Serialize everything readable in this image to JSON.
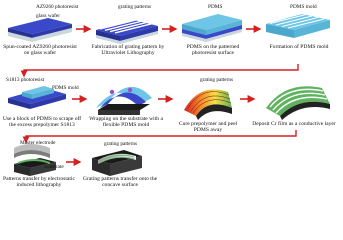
{
  "steps": [
    {
      "caption": "Spun-coated AZ9260 photoresist on glass wafer",
      "labels": [
        "AZ9260 photoresist",
        "glass wafer"
      ]
    },
    {
      "caption": "Fabrication of grating pattern by Ultraviolet Lithography",
      "labels": [
        "grating patterns"
      ]
    },
    {
      "caption": "PDMS on the patterned photoresist surface",
      "labels": [
        "PDMS"
      ]
    },
    {
      "caption": "Formation of PDMS mold",
      "labels": [
        "PDMS mold"
      ]
    },
    {
      "caption": "Use a block of PDMS to scrape off the excess prepolymer S1813",
      "labels": [
        "S1813 photoresist",
        "PDMS mold"
      ]
    },
    {
      "caption": "Wrapping on the substrate with a flexible PDMS mold",
      "labels": []
    },
    {
      "caption": "Cure prepolymer and peel PDMS away",
      "labels": [
        "grating patterns"
      ]
    },
    {
      "caption": "Deposit Cr film as a conductive layer",
      "labels": []
    },
    {
      "caption": "Patterns transfer by electrostatic induced lithography",
      "labels": [
        "Master electrode",
        "Substrate"
      ]
    },
    {
      "caption": "Grating patterns transfer onto the concave surface",
      "labels": [
        "grating patterns"
      ]
    }
  ],
  "colors": {
    "photoresist": "#3a49c9",
    "glass": "#c9d6dc",
    "pdms": "#6ec5e6",
    "arrow": "#d62020",
    "substrate": "#1a1a1a",
    "grating_warm": "#e23a2a",
    "grating_green": "#5fb35f"
  }
}
